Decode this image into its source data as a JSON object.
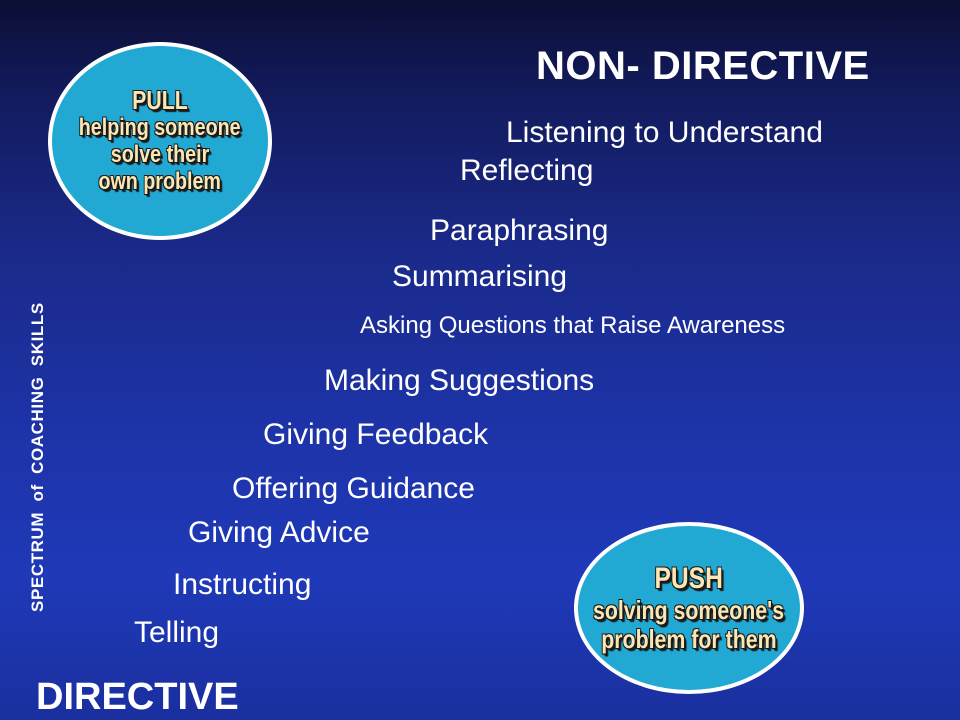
{
  "slide": {
    "title_top": "NON- DIRECTIVE",
    "title_bottom": "DIRECTIVE",
    "vertical_label": "SPECTRUM of COACHING SKILLS",
    "skills": [
      "Listening to Understand",
      "Reflecting",
      "Paraphrasing",
      "Summarising",
      "Asking Questions that Raise Awareness",
      "Making Suggestions",
      "Giving Feedback",
      "Offering Guidance",
      "Giving Advice",
      "Instructing",
      "Telling"
    ],
    "pull": {
      "lines": [
        "PULL",
        "helping someone",
        "solve their",
        "own problem"
      ]
    },
    "push": {
      "lines": [
        "PUSH",
        "solving someone's",
        "problem for them"
      ]
    }
  },
  "colors": {
    "background_top": "#0b0f33",
    "background_bottom": "#1f39b8",
    "ellipse_fill": "#21a9d4",
    "ellipse_border": "#ffffff",
    "ellipse_text": "#fbe7b4",
    "text": "#ffffff"
  }
}
